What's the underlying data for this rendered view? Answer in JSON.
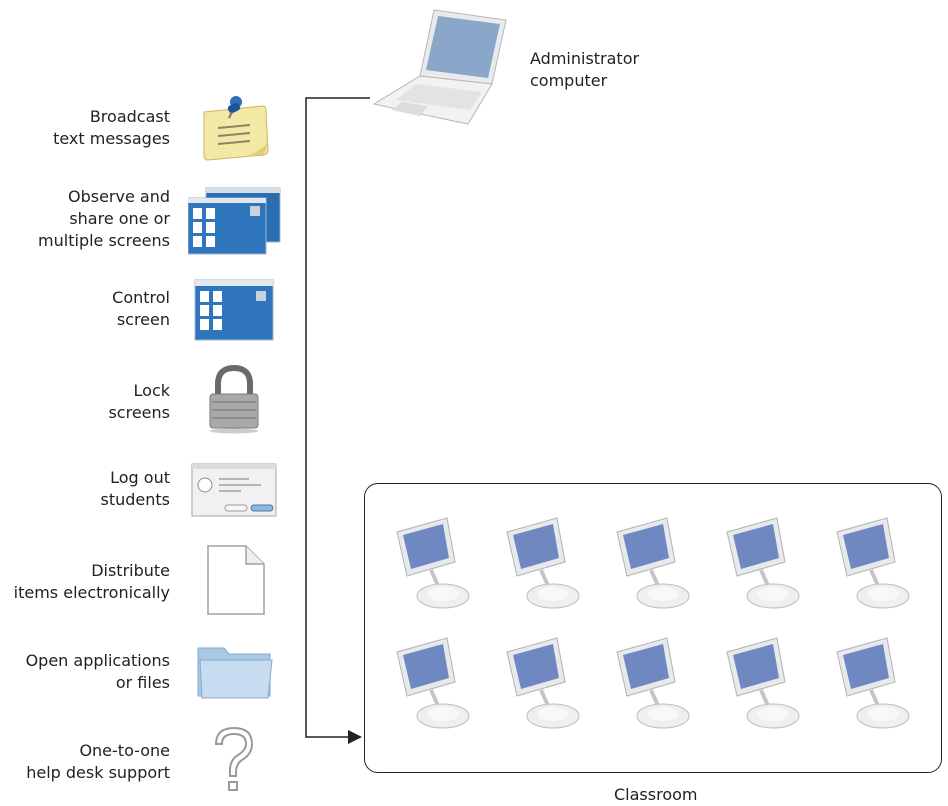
{
  "features": [
    {
      "label": "Broadcast\ntext messages",
      "icon": "sticky-note-icon"
    },
    {
      "label": "Observe and\nshare one or\nmultiple screens",
      "icon": "multiple-screens-icon"
    },
    {
      "label": "Control\nscreen",
      "icon": "screen-icon"
    },
    {
      "label": "Lock\nscreens",
      "icon": "padlock-icon"
    },
    {
      "label": "Log out\nstudents",
      "icon": "dialog-window-icon"
    },
    {
      "label": "Distribute\nitems electronically",
      "icon": "document-icon"
    },
    {
      "label": "Open applications\nor files",
      "icon": "folder-icon"
    },
    {
      "label": "One-to-one\nhelp desk support",
      "icon": "question-mark-icon"
    }
  ],
  "admin_computer": {
    "label": "Administrator\ncomputer",
    "icon": "laptop-icon"
  },
  "classroom": {
    "label": "Classroom",
    "computer_count": 10,
    "icon": "imac-icon"
  }
}
